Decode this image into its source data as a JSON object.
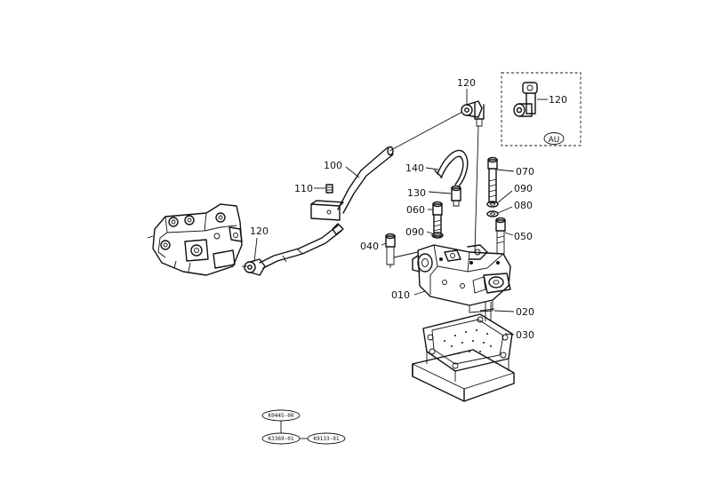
{
  "callouts": {
    "c120_top": "120",
    "c120_box": "120",
    "c120_left": "120",
    "c100": "100",
    "c110": "110",
    "c140": "140",
    "c130": "130",
    "c060": "060",
    "c090_a": "090",
    "c090_b": "090",
    "c040": "040",
    "c070": "070",
    "c080": "080",
    "c050": "050",
    "c010": "010",
    "c020": "020",
    "c030": "030"
  },
  "variant_box": {
    "label": "AU"
  },
  "reference_codes": {
    "top": "K0445-00",
    "left": "K3369-01",
    "right": "K9133-01"
  },
  "colors": {
    "ink": "#111111",
    "background": "#ffffff"
  }
}
